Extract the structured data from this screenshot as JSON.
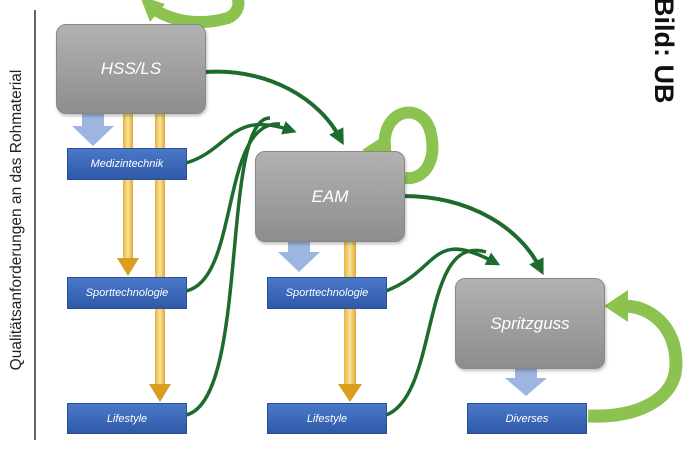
{
  "axis_label": "Qualitätsanforderungen an das Rohmaterial",
  "image_credit": "(Bild: UB",
  "processes": [
    {
      "id": "hss",
      "label": "HSS/LS"
    },
    {
      "id": "eam",
      "label": "EAM"
    },
    {
      "id": "spritzguss",
      "label": "Spritzguss"
    }
  ],
  "categories": {
    "hss": [
      "Medizintechnik",
      "Sporttechnologie",
      "Lifestyle"
    ],
    "eam": [
      "Sporttechnologie",
      "Lifestyle"
    ],
    "spritzguss": [
      "Diverses"
    ]
  },
  "colors": {
    "process_gray": "#9e9e9e",
    "category_blue": "#3563b5",
    "flow_green": "#1e6b2e",
    "cycle_green": "#8cc350",
    "grade_gold": "#d7a024",
    "output_blue": "#9db5e1"
  }
}
